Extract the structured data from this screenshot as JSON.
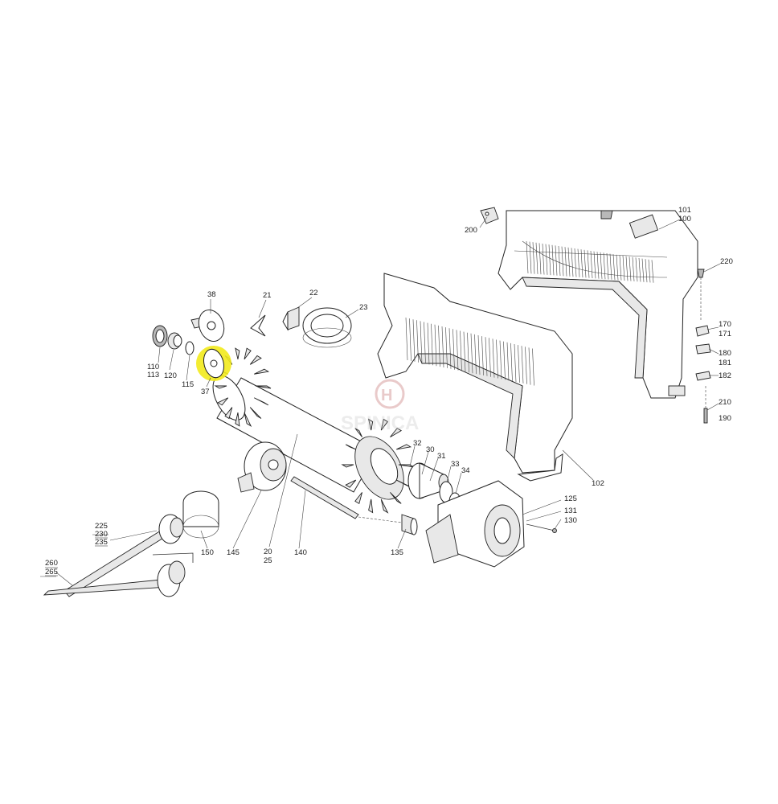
{
  "labels": {
    "p200": "200",
    "p101": "101",
    "p100": "100",
    "p220": "220",
    "p170": "170",
    "p171": "171",
    "p180": "180",
    "p181": "181",
    "p182": "182",
    "p210": "210",
    "p190": "190",
    "p102": "102",
    "p38": "38",
    "p21": "21",
    "p22": "22",
    "p23": "23",
    "p110": "110",
    "p113": "113",
    "p120": "120",
    "p115": "115",
    "p37": "37",
    "p32": "32",
    "p30": "30",
    "p31": "31",
    "p33": "33",
    "p34": "34",
    "p125": "125",
    "p131": "131",
    "p130": "130",
    "p135": "135",
    "p140": "140",
    "p20": "20",
    "p25": "25",
    "p145": "145",
    "p150": "150",
    "p225": "225",
    "p230": "230",
    "p235": "235",
    "p260": "260",
    "p265": "265"
  },
  "watermark": "SPINICA",
  "highlight_color": "#f2ea1c"
}
